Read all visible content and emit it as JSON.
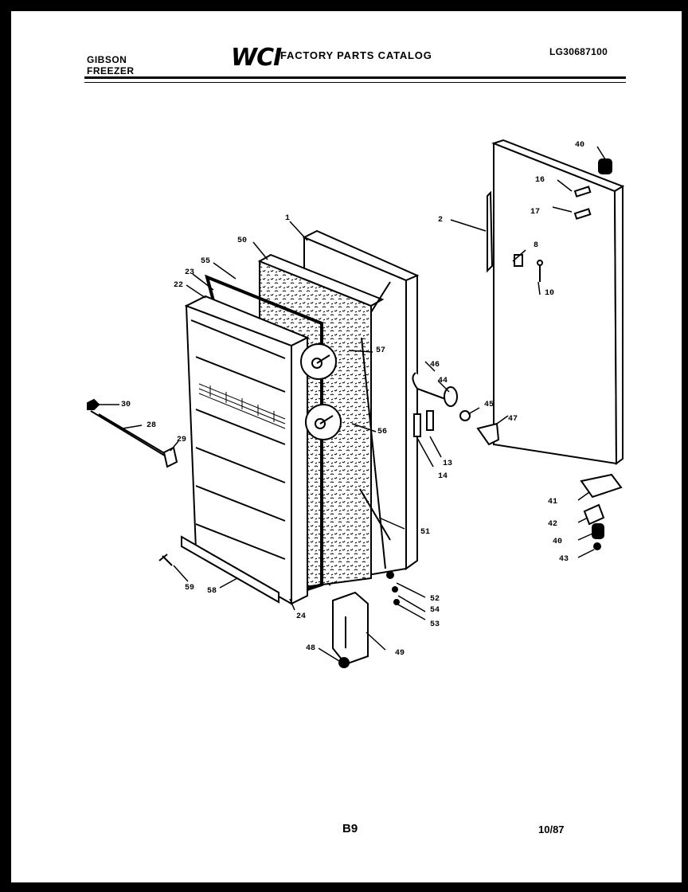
{
  "header": {
    "brand_line1": "GIBSON",
    "brand_line2": "FREEZER",
    "logo": "WCI",
    "catalog_title": "FACTORY PARTS CATALOG",
    "model_number": "LG30687100"
  },
  "footer": {
    "page_number": "B9",
    "date": "10/87"
  },
  "callouts": {
    "c1": "1",
    "c2": "2",
    "c8": "8",
    "c10": "10",
    "c13": "13",
    "c14": "14",
    "c16": "16",
    "c17": "17",
    "c22": "22",
    "c23": "23",
    "c24": "24",
    "c28": "28",
    "c29": "29",
    "c30": "30",
    "c40a": "40",
    "c40b": "40",
    "c41": "41",
    "c42": "42",
    "c43": "43",
    "c44": "44",
    "c45": "45",
    "c46": "46",
    "c47": "47",
    "c48": "48",
    "c49": "49",
    "c50": "50",
    "c51": "51",
    "c52": "52",
    "c53": "53",
    "c54": "54",
    "c55": "55",
    "c56": "56",
    "c57": "57",
    "c58": "58",
    "c59": "59"
  }
}
